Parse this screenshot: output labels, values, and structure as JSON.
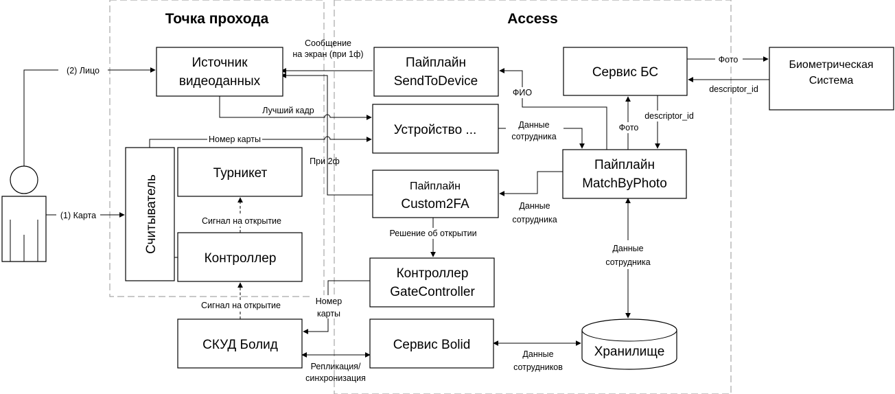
{
  "zones": {
    "access_point": "Точка прохода",
    "access": "Access"
  },
  "boxes": {
    "video_source": [
      "Источник",
      "видеоданных"
    ],
    "turnstile": "Турникет",
    "controller": "Контроллер",
    "reader": "Считыватель",
    "skud": "СКУД Болид",
    "pipeline_send": [
      "Пайплайн",
      "SendToDevice"
    ],
    "device": "Устройство ...",
    "pipeline_2fa": [
      "Пайплайн",
      "Custom2FA"
    ],
    "gate_controller": [
      "Контроллер",
      "GateController"
    ],
    "bolid_service": "Сервис Bolid",
    "bs_service": "Сервис БС",
    "biometric": [
      "Биометрическая",
      "Система"
    ],
    "match_pipeline": [
      "Пайплайн",
      "MatchByPhoto"
    ],
    "storage": "Хранилище"
  },
  "labels": {
    "face": "(2) Лицо",
    "card": "(1) Карта",
    "message": [
      "Сообщение",
      "на экран (при 1ф)"
    ],
    "best_frame": "Лучший кадр",
    "card_number": "Номер карты",
    "at_2f": "При 2ф",
    "fio": "ФИО",
    "photo_1": "Фото",
    "photo_2": "Фото",
    "descriptor_1": "descriptor_id",
    "descriptor_2": "descriptor_id",
    "emp_data_1": [
      "Данные",
      "сотрудника"
    ],
    "emp_data_2": [
      "Данные",
      "сотрудника"
    ],
    "emp_data_3": [
      "Данные",
      "сотрудника"
    ],
    "emp_data_4": [
      "Данные",
      "сотрудников"
    ],
    "open_decision": "Решение об открытии",
    "open_signal_1": "Сигнал на открытие",
    "open_signal_2": "Сигнал на открытие",
    "card_num_2": [
      "Номер",
      "карты"
    ],
    "replication": [
      "Репликация/",
      "синхронизация"
    ]
  }
}
